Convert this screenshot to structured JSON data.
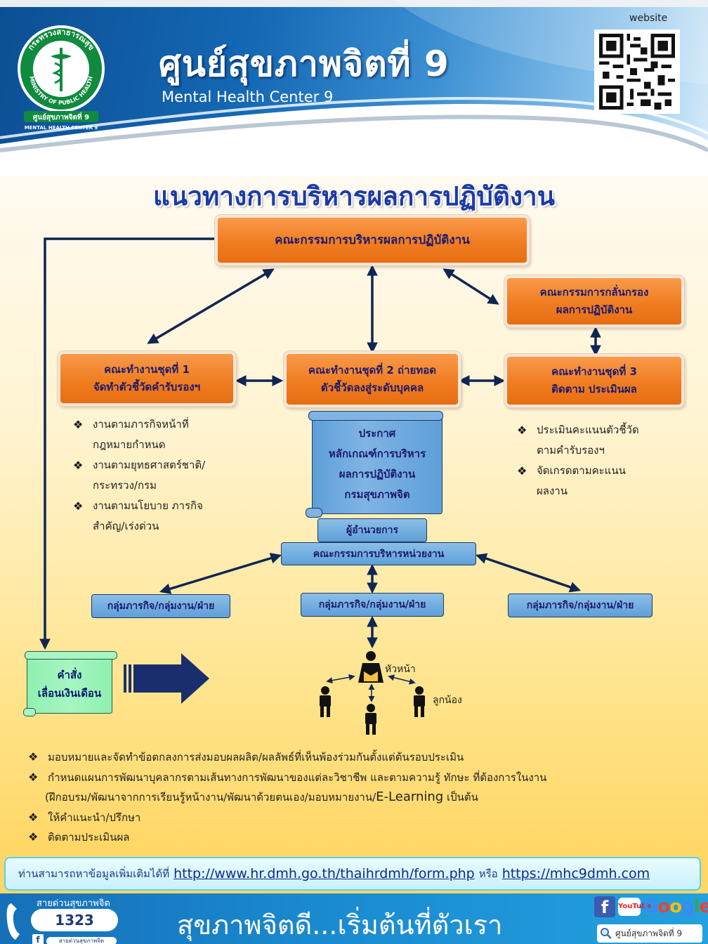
{
  "header": {
    "title_th": "ศูนย์สุขภาพจิตที่ 9",
    "title_en": "Mental Health Center 9",
    "website_label": "website",
    "logo": {
      "ring_top_text": "กระทรวงสาธารณสุข",
      "ring_bottom_text": "MINISTRY OF PUBLIC HEALTH",
      "ribbon_th": "ศูนย์สุขภาพจิตที่ 9",
      "ribbon_en": "MENTAL HEALTH CENTER 9"
    }
  },
  "heading": "แนวทางการบริหารผลการปฏิบัติงาน",
  "committee_top": "คณะกรรมการบริหารผลการปฏิบัติงาน",
  "committee_screen": {
    "line1": "คณะกรรมการกลั่นกรอง",
    "line2": "ผลการปฏิบัติงาน"
  },
  "working_groups": [
    {
      "line1": "คณะทำงานชุดที่ 1",
      "line2": "จัดทำตัวชี้วัดคำรับรองฯ"
    },
    {
      "line1": "คณะทำงานชุดที่ 2 ถ่ายทอด",
      "line2": "ตัวชี้วัดลงสู่ระดับบุคคล"
    },
    {
      "line1": "คณะทำงานชุดที่ 3",
      "line2": "ติดตาม ประเมินผล"
    }
  ],
  "group1_bullets": [
    {
      "line1": "งานตามภารกิจหน้าที่",
      "line2": "กฎหมายกำหนด"
    },
    {
      "line1": "งานตามยุทธศาสตร์ชาติ/",
      "line2": "กระทรวง/กรม"
    },
    {
      "line1": "งานตามนโยบาย ภารกิจ",
      "line2": "สำคัญ/เร่งด่วน"
    }
  ],
  "group3_bullets": [
    {
      "line1": "ประเมินคะแนนตัวชี้วัด",
      "line2": "ตามคำรับรองฯ"
    },
    {
      "line1": "จัดเกรดตามคะแนน",
      "line2": "ผลงาน"
    }
  ],
  "announcement": [
    "ประกาศ",
    "หลักเกณฑ์การบริหาร",
    "ผลการปฏิบัติงาน",
    "กรมสุขภาพจิต"
  ],
  "director": "ผู้อำนวยการ",
  "unit_committee": "คณะกรรมการบริหารหน่วยงาน",
  "divisions": [
    "กลุ่มภารกิจ/กลุ่มงาน/ฝ่าย",
    "กลุ่มภารกิจ/กลุ่มงาน/ฝ่าย",
    "กลุ่มภารกิจ/กลุ่มงาน/ฝ่าย"
  ],
  "people": {
    "head": "หัวหน้า",
    "staff": "ลูกน้อง"
  },
  "order": {
    "line1": "คำสั่ง",
    "line2": "เลื่อนเงินเดือน"
  },
  "bottom_bullets": {
    "b1": "มอบหมายและจัดทำข้อตกลงการส่งมอบผลผลิต/ผลลัพธ์ที่เห็นพ้องร่วมกันตั้งแต่ต้นรอบประเมิน",
    "b2": "กำหนดแผนการพัฒนาบุคลากรตามเส้นทางการพัฒนาของแต่ละวิชาชีพ และตามความรู้ ทักษะ ที่ต้องการในงาน",
    "b2_cont_a": "(ฝึกอบรม/พัฒนาจากการเรียนรู้หน้างาน/พัฒนาด้วยตนเอง/มอบหมายงาน/",
    "b2_cont_el": "E-Learning",
    "b2_cont_b": " เป็นต้น",
    "b3": "ให้คำแนะนำ/ปรึกษา",
    "b4": "ติดตามประเมินผล"
  },
  "infobar": {
    "prefix": "ท่านสามารถหาข้อมูลเพิ่มเติมได้ที่",
    "url1": "http://www.hr.dmh.go.th/thaihrdmh/form.php",
    "or": "หรือ",
    "url2": "https://mhc9dmh.com"
  },
  "footer": {
    "hotline_label": "สายด่วนสุขภาพจิต",
    "hotline": "1323",
    "hotline_fb": "สายด่วนสุขภาพจิต",
    "slogan": "สุขภาพจิตดี...เริ่มต้นที่ตัวเรา",
    "search_text": "ศูนย์สุขภาพจิตที่ 9",
    "google": "Google",
    "youtube": "YouTube"
  },
  "colors": {
    "orange": "#f07d22",
    "navy_text": "#1c1b6e",
    "arrow": "#0f2553",
    "blue_box": "#5e9fd8",
    "heading": "#1a3aa8"
  }
}
